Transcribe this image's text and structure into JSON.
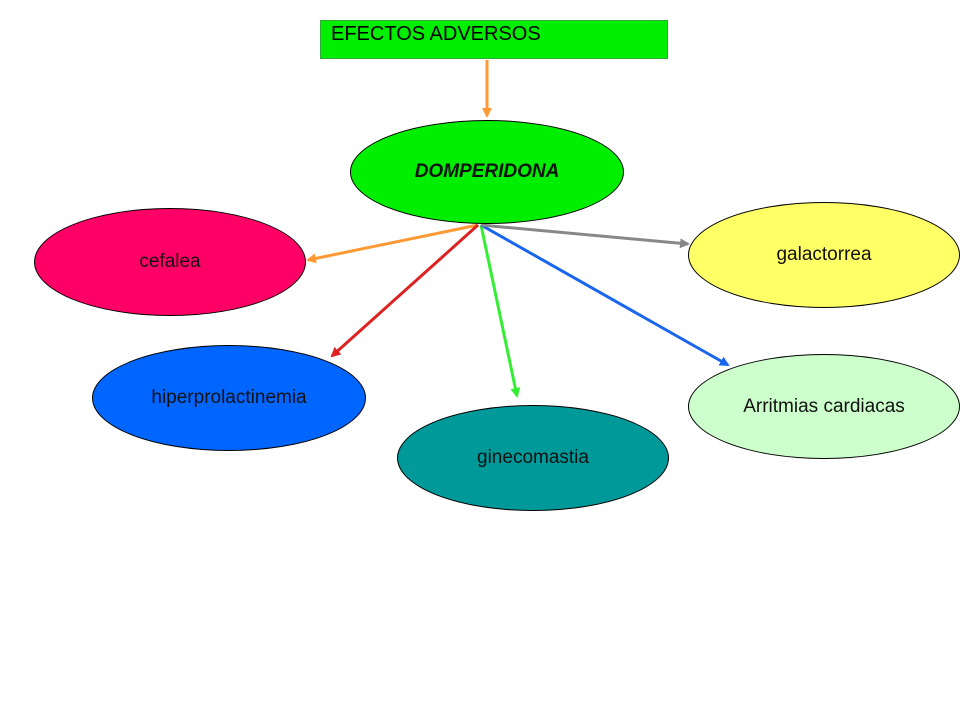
{
  "title": "EFECTOS ADVERSOS",
  "center": {
    "label": "DOMPERIDONA",
    "color": "#00ee00"
  },
  "nodes": {
    "cefalea": {
      "label": "cefalea",
      "color": "#ff0066"
    },
    "galactorrea": {
      "label": "galactorrea",
      "color": "#ffff66"
    },
    "hiper": {
      "label": "hiperprolactinemia",
      "color": "#0066ff"
    },
    "gineco": {
      "label": "ginecomastia",
      "color": "#009999"
    },
    "arrit": {
      "label": "Arritmias cardiacas",
      "color": "#ccffcc"
    }
  },
  "connectors": [
    {
      "from": "title",
      "to": "center",
      "color": "#ff9933"
    },
    {
      "from": "center",
      "to": "cefalea",
      "color": "#ff9933"
    },
    {
      "from": "center",
      "to": "hiper",
      "color": "#dd2222"
    },
    {
      "from": "center",
      "to": "gineco",
      "color": "#33ee33"
    },
    {
      "from": "center",
      "to": "arrit",
      "color": "#1a66ee"
    },
    {
      "from": "center",
      "to": "galactorrea",
      "color": "#888888"
    }
  ]
}
